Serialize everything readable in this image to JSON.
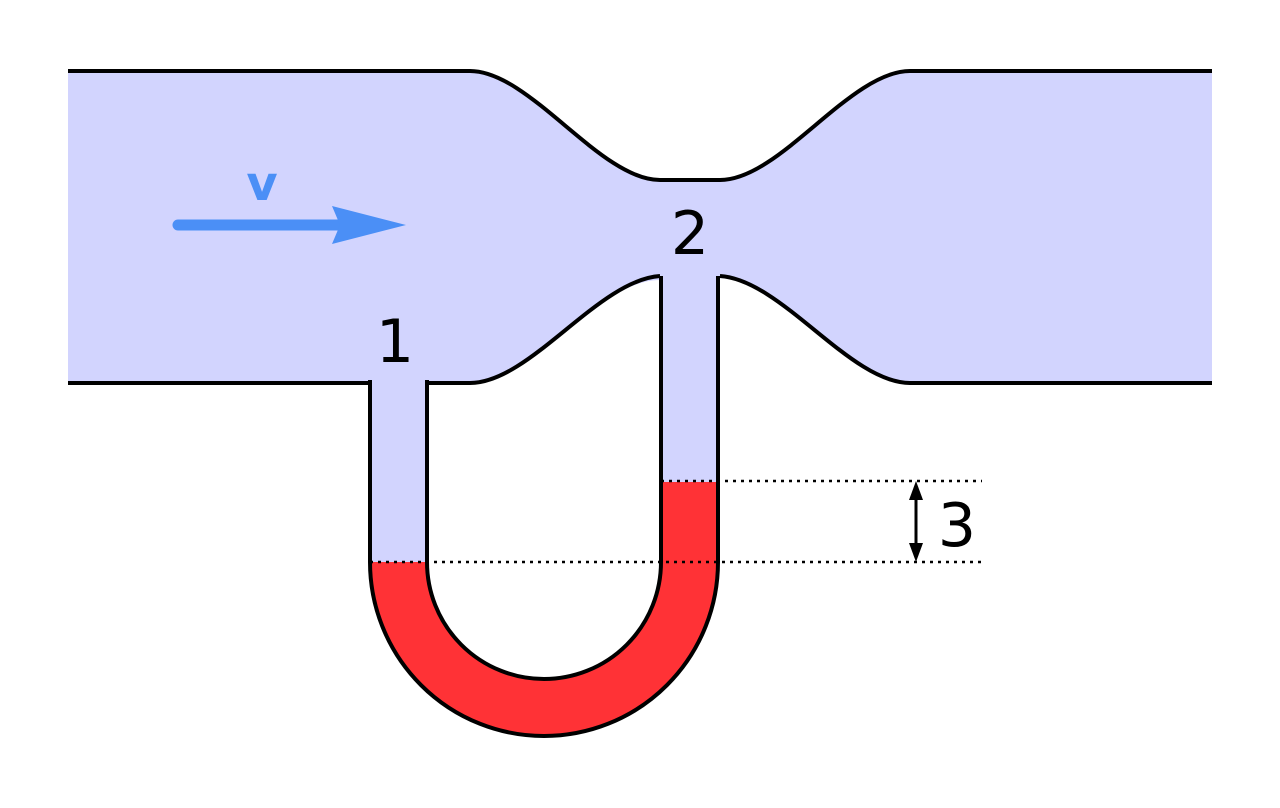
{
  "diagram": {
    "velocity_label": "v",
    "point_1_label": "1",
    "point_2_label": "2",
    "height_difference_label": "3"
  },
  "colors": {
    "fluid": "#d2d4fe",
    "manometer_liquid": "#ff3236",
    "outline": "#000000",
    "velocity_arrow": "#4b8ff6",
    "background": "#ffffff"
  },
  "icons": {
    "velocity_arrow": "right-arrow-icon",
    "height_indicator": "double-headed-vertical-arrow-icon"
  }
}
